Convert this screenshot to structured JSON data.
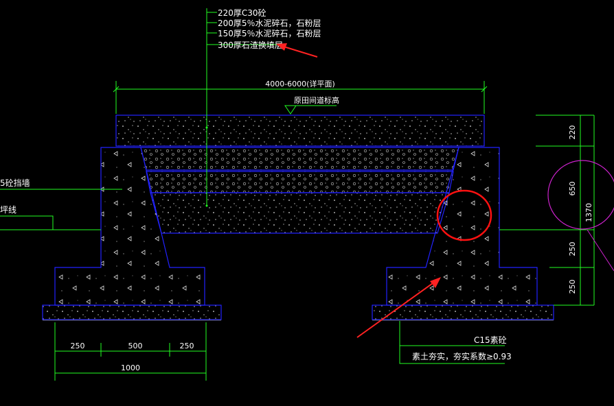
{
  "layers": [
    "220厚C30砼",
    "200厚5％水泥碎石，石粉层",
    "150厚5％水泥碎石，石粉层",
    "300厚石渣换填层"
  ],
  "width_dim": "4000-6000(详平面)",
  "elevation_label": "原田间道标高",
  "left_wall_label": "5砼挡墙",
  "left_line_label": "坪线",
  "right_dims": [
    "220",
    "650",
    "250",
    "250"
  ],
  "right_total": "1370",
  "base_dims": [
    "250",
    "500",
    "250"
  ],
  "base_total": "1000",
  "material_label": "C15素砼",
  "compaction_label": "素土夯实，夯实系数≥0.93",
  "colors": {
    "outline": "#2222ff",
    "dim": "#22ff22",
    "leader": "#ffffff",
    "arrow": "#ff2222",
    "circle": "#ff0000",
    "magenta": "#cc22cc"
  }
}
